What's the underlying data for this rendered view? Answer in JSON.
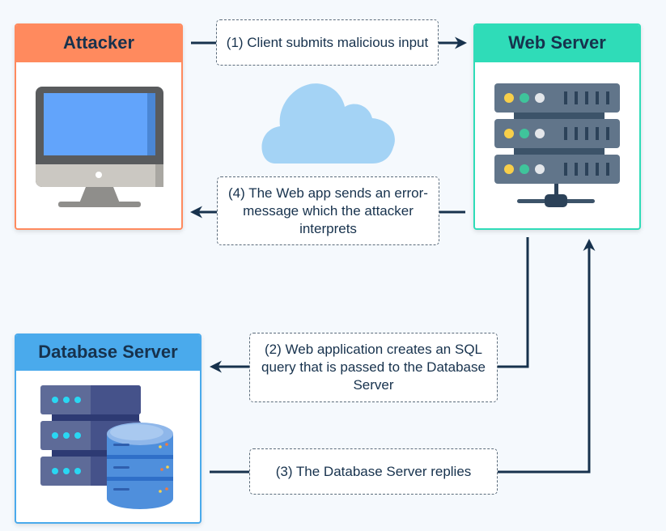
{
  "title": "SQL Injection Attack Flow",
  "nodes": {
    "attacker": {
      "label": "Attacker",
      "icon": "desktop-monitor-icon",
      "color": "#ff8a5e"
    },
    "web_server": {
      "label": "Web Server",
      "icon": "server-rack-icon",
      "color": "#2fdcb8"
    },
    "database_server": {
      "label": "Database Server",
      "icon": "database-server-icon",
      "color": "#4aaaec"
    }
  },
  "steps": [
    {
      "id": 1,
      "text": "(1) Client submits malicious input",
      "from": "Attacker",
      "to": "Web Server"
    },
    {
      "id": 2,
      "text": "(2) Web application creates an SQL query that is passed to the Database Server",
      "from": "Web Server",
      "to": "Database Server"
    },
    {
      "id": 3,
      "text": "(3) The Database Server replies",
      "from": "Database Server",
      "to": "Web Server"
    },
    {
      "id": 4,
      "text": "(4) The Web app sends an error-message which the attacker interprets",
      "from": "Web Server",
      "to": "Attacker"
    }
  ],
  "decorations": {
    "cloud": "cloud-icon"
  },
  "colors": {
    "arrow": "#17324d",
    "background": "#f5f9fd",
    "cloud": "#a4d3f5"
  }
}
